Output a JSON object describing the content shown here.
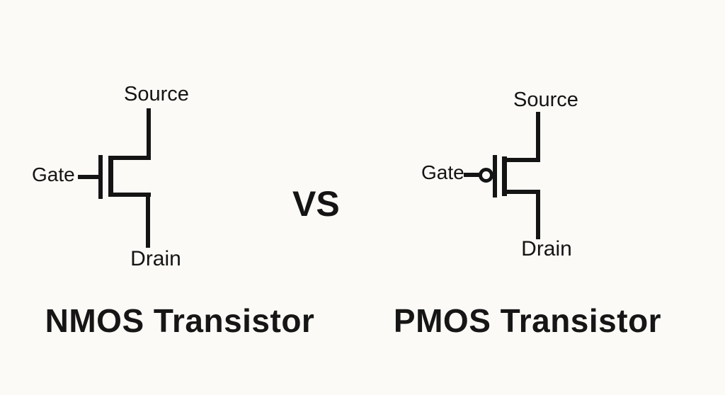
{
  "diagram": {
    "vs_label": "VS",
    "colors": {
      "background": "#fbfaf6",
      "line": "#141414",
      "text": "#161616"
    },
    "nmos": {
      "title": "NMOS Transistor",
      "source_label": "Source",
      "gate_label": "Gate",
      "drain_label": "Drain",
      "gate_bubble": false
    },
    "pmos": {
      "title": "PMOS Transistor",
      "source_label": "Source",
      "gate_label": "Gate",
      "drain_label": "Drain",
      "gate_bubble": true
    }
  }
}
